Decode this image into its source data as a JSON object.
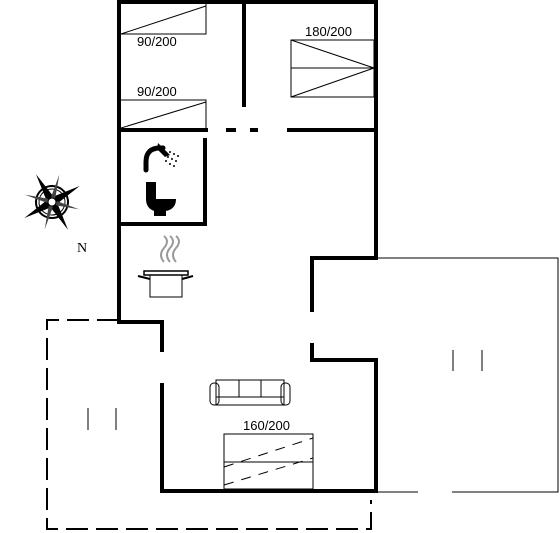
{
  "beds": [
    {
      "id": "bed-single-1",
      "label": "90/200"
    },
    {
      "id": "bed-single-2",
      "label": "90/200"
    },
    {
      "id": "bed-double-1",
      "label": "180/200"
    },
    {
      "id": "bed-double-2",
      "label": "160/200"
    }
  ],
  "compass": {
    "north_label": "N"
  },
  "icons": [
    "shower-icon",
    "toilet-icon",
    "cooking-pot-icon",
    "sofa-icon",
    "compass-rose-icon"
  ]
}
